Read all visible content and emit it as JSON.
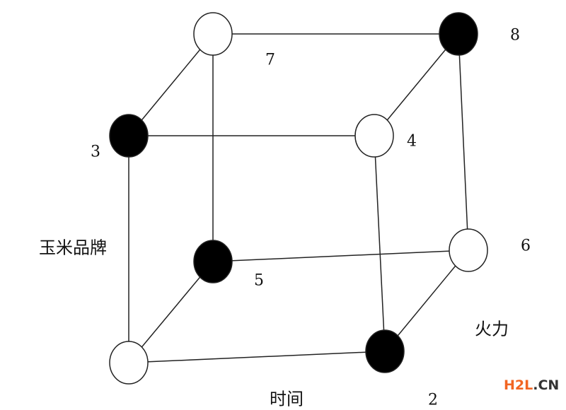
{
  "nodes": [
    {
      "id": "7",
      "filled": false
    },
    {
      "id": "8",
      "filled": true
    },
    {
      "id": "3",
      "filled": true
    },
    {
      "id": "4",
      "filled": false
    },
    {
      "id": "5",
      "filled": true
    },
    {
      "id": "6",
      "filled": false
    },
    {
      "id": "1",
      "filled": false
    },
    {
      "id": "2",
      "filled": true
    }
  ],
  "node_labels": {
    "n7": "7",
    "n8": "8",
    "n3": "3",
    "n4": "4",
    "n5": "5",
    "n6": "6",
    "n2": "2"
  },
  "edges": [
    [
      "7",
      "8"
    ],
    [
      "7",
      "3"
    ],
    [
      "8",
      "4"
    ],
    [
      "3",
      "4"
    ],
    [
      "7",
      "5"
    ],
    [
      "8",
      "6"
    ],
    [
      "3",
      "1"
    ],
    [
      "4",
      "2"
    ],
    [
      "5",
      "6"
    ],
    [
      "5",
      "1"
    ],
    [
      "6",
      "2"
    ],
    [
      "1",
      "2"
    ]
  ],
  "axes": {
    "brand": "玉米品牌",
    "heat": "火力",
    "time": "时间"
  },
  "watermark": {
    "part1": "H2L",
    "part2": ".CN",
    "color1": "#f26522",
    "color2": "#333333"
  }
}
